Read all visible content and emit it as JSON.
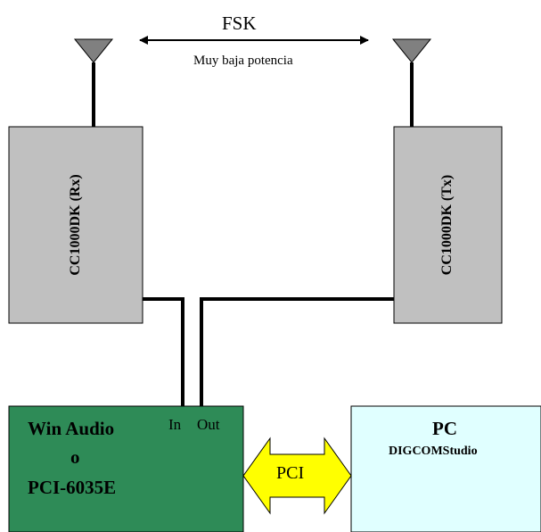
{
  "link": {
    "modulation": "FSK",
    "power_note": "Muy baja potencia"
  },
  "receiver": {
    "label": "CC1000DK (Rx)"
  },
  "transmitter": {
    "label": "CC1000DK (Tx)"
  },
  "acquisition": {
    "line1": "Win Audio",
    "line2": "o",
    "line3": "PCI-6035E",
    "port_in": "In",
    "port_out": "Out"
  },
  "bus": {
    "label": "PCI"
  },
  "pc": {
    "title": "PC",
    "software": "DIGCOMStudio"
  },
  "colors": {
    "module_fill": "#c0c0c0",
    "acquisition_fill": "#2e8b57",
    "pc_fill": "#e0ffff",
    "bus_fill": "#ffff00",
    "line": "#000000"
  }
}
